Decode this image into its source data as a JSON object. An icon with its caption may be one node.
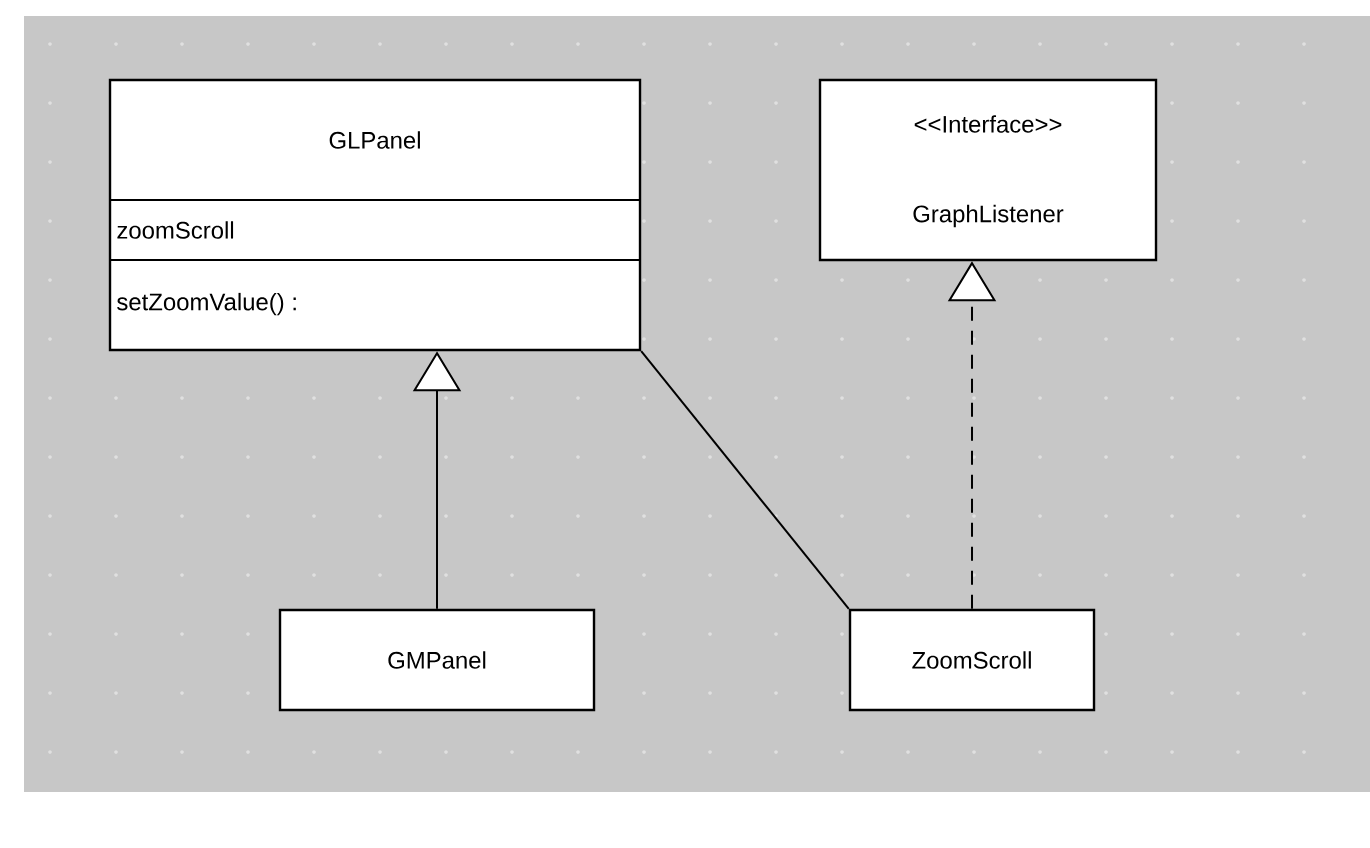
{
  "diagram": {
    "nodes": [
      {
        "text": [
          "GLPanel",
          "zoomScroll",
          "setZoomValue() :"
        ]
      },
      {
        "text": [
          "<<Interface>>",
          "GraphListener"
        ]
      },
      {
        "text": [
          "GMPanel"
        ]
      },
      {
        "text": [
          "ZoomScroll"
        ]
      }
    ],
    "edges": [
      {
        "from": 2,
        "to": 0,
        "arrow": "to"
      },
      {
        "from": 3,
        "to": 1,
        "arrow": "to",
        "style": "dashed"
      },
      {
        "from": 0,
        "to": 3,
        "arrow": "none"
      }
    ]
  }
}
